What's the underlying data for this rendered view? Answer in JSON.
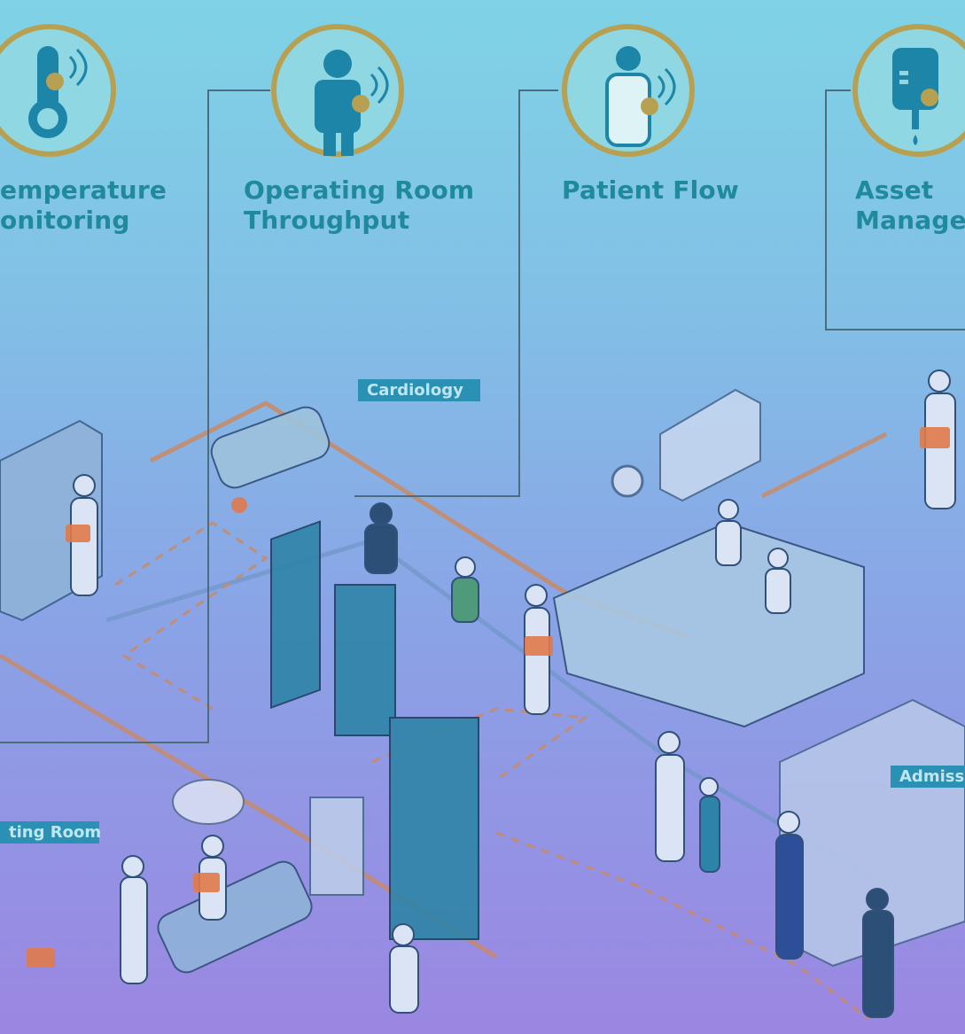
{
  "features": [
    {
      "name": "temperature-monitoring",
      "line1": "emperature",
      "line2": "onitoring",
      "icon": "thermometer-icon"
    },
    {
      "name": "operating-room-throughput",
      "line1": "Operating Room",
      "line2": "Throughput",
      "icon": "surgeon-icon"
    },
    {
      "name": "patient-flow",
      "line1": "Patient Flow",
      "line2": "",
      "icon": "patient-icon"
    },
    {
      "name": "asset-management",
      "line1": "Asset",
      "line2": "Managen",
      "icon": "iv-bag-icon"
    }
  ],
  "room_labels": {
    "cardiology": "Cardiology",
    "operating_room": "ting Room",
    "admission": "Admiss"
  },
  "colors": {
    "accent": "#1f8a9c",
    "icon_ring": "#b8a052",
    "icon_fill": "#1d86a8",
    "connector": "#4c6c80",
    "tag": "#e07a4a"
  }
}
